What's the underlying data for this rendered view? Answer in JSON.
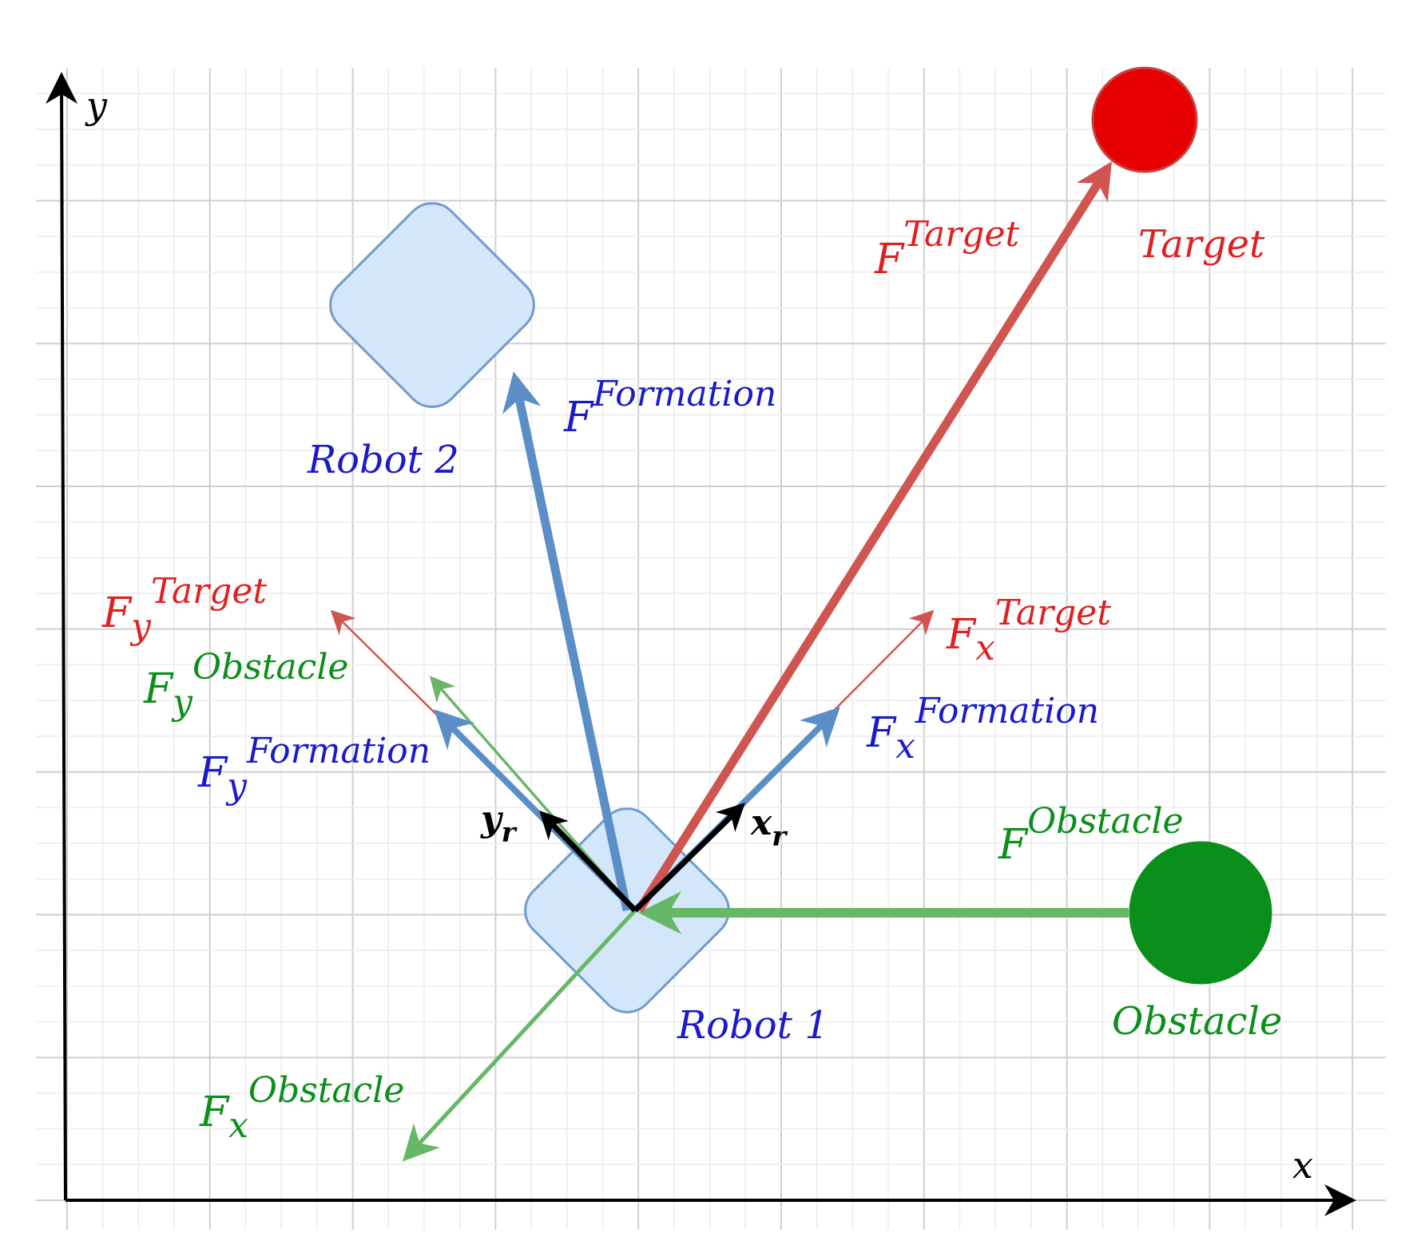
{
  "colors": {
    "target": "#e02020",
    "target_arrow": "#d05550",
    "formation_text": "#1a1acc",
    "formation_arrow": "#5b8ec7",
    "obstacle": "#0a8f1a",
    "obstacle_arrow": "#66b866",
    "robot_fill": "#d3e6fa",
    "robot_stroke": "#6e9ccf",
    "grid_major": "#cfcfcf",
    "grid_minor": "#ececec"
  },
  "axes": {
    "x_label": "x",
    "y_label": "y"
  },
  "robot_frame": {
    "x": {
      "base": "x",
      "sub": "r"
    },
    "y": {
      "base": "y",
      "sub": "r"
    }
  },
  "nodes": {
    "robot1": "Robot 1",
    "robot2": "Robot 2",
    "target": "Target",
    "obstacle": "Obstacle"
  },
  "forces": {
    "f_target": {
      "base": "F",
      "sub": "",
      "sup": "Target"
    },
    "f_formation": {
      "base": "F",
      "sub": "",
      "sup": "Formation"
    },
    "f_obstacle": {
      "base": "F",
      "sub": "",
      "sup": "Obstacle"
    },
    "fx_target": {
      "base": "F",
      "sub": "x",
      "sup": "Target"
    },
    "fy_target": {
      "base": "F",
      "sub": "y",
      "sup": "Target"
    },
    "fx_formation": {
      "base": "F",
      "sub": "x",
      "sup": "Formation"
    },
    "fy_formation": {
      "base": "F",
      "sub": "y",
      "sup": "Formation"
    },
    "fx_obstacle": {
      "base": "F",
      "sub": "x",
      "sup": "Obstacle"
    },
    "fy_obstacle": {
      "base": "F",
      "sub": "y",
      "sup": "Obstacle"
    }
  }
}
